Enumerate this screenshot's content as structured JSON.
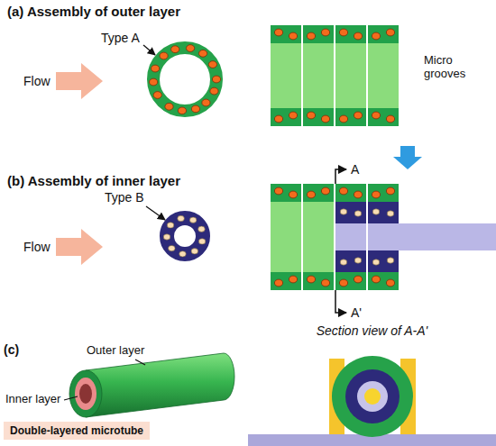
{
  "diagram": {
    "nodes": [
      {
        "text": [
          "(a) Assembly of outer layer"
        ]
      },
      {
        "text": [
          "(b) Assembly of inner layer"
        ]
      },
      {
        "text": [
          "Section view of A-A'"
        ]
      },
      {
        "text": [
          "Double-layered microtube"
        ]
      }
    ],
    "edges": [
      {
        "from": 0,
        "to": 1,
        "arrow": "to"
      }
    ],
    "labels": [
      "Type A",
      "Flow",
      "Micro grooves",
      "Type B",
      "Flow",
      "A",
      "A'",
      "(c)",
      "Outer layer",
      "Inner layer"
    ]
  }
}
